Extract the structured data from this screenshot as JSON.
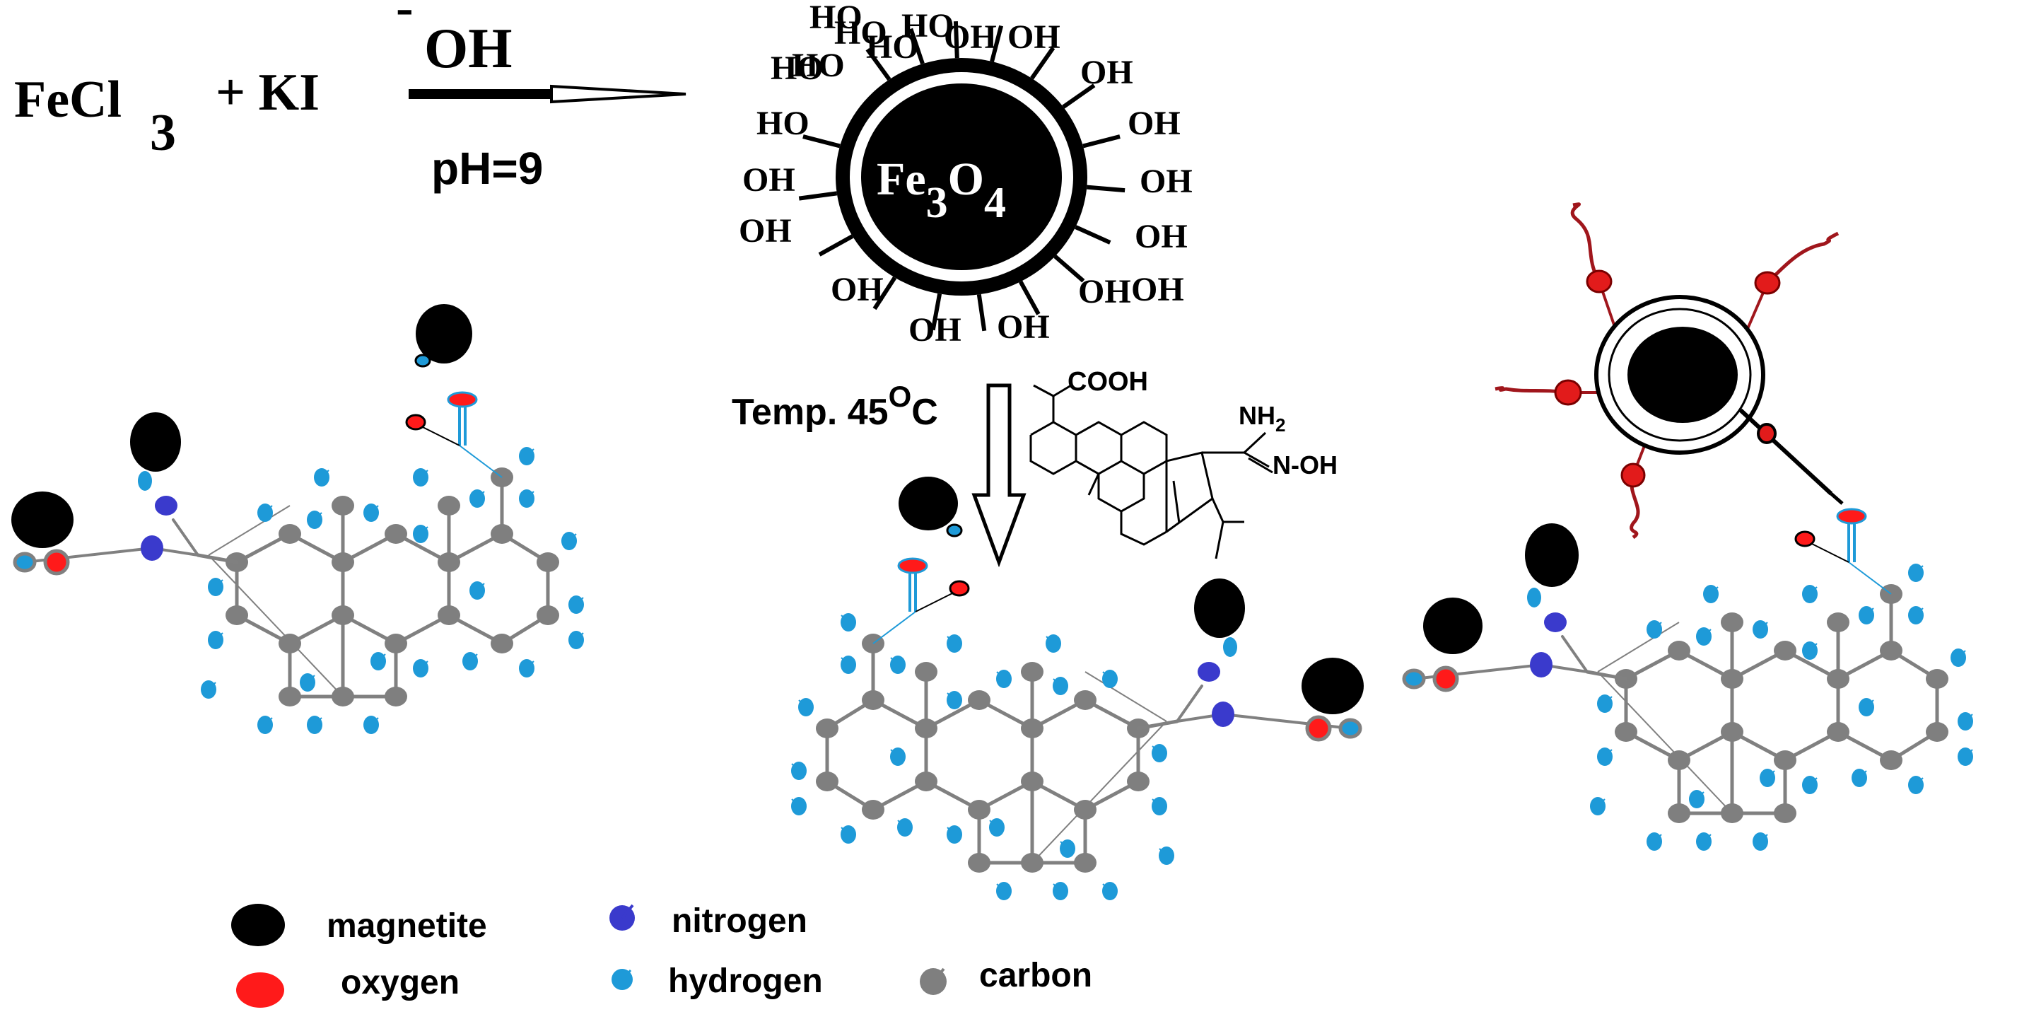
{
  "reaction": {
    "reactant1_base": "FeCl",
    "reactant1_sub": "3",
    "plus_reagent": "+ KI",
    "catalyst_minus": "-",
    "catalyst": "OH",
    "condition": "pH=9"
  },
  "nanoparticle": {
    "core_base1": "Fe",
    "core_sub1": "3",
    "core_base2": "O",
    "core_sub2": "4",
    "hydroxyl_labels": [
      "HO",
      "HO",
      "OH",
      "OH",
      "OH",
      "OH",
      "OH",
      "OH",
      "OH",
      "OH",
      "OH",
      "OH",
      "OH",
      "OH",
      "OH",
      "HO",
      "HO",
      "HO",
      "HO",
      "HO"
    ]
  },
  "step2": {
    "temp_text": "Temp. 45",
    "temp_sup": "O",
    "temp_unit": "C"
  },
  "reagent_structure": {
    "acid_label": "COOH",
    "amine_label": "NH",
    "amine_sub": "2",
    "oxime_label": "N-OH"
  },
  "legend": {
    "items": [
      {
        "label": "magnetite",
        "color": "#000000"
      },
      {
        "label": "oxygen",
        "color": "#ff1a1a"
      },
      {
        "label": "nitrogen",
        "color": "#3a3acc"
      },
      {
        "label": "hydrogen",
        "color": "#1e9ad8"
      },
      {
        "label": "carbon",
        "color": "#7f7f7f"
      }
    ]
  },
  "colors": {
    "magnetite": "#000000",
    "oxygen": "#ff1a1a",
    "nitrogen": "#3a3acc",
    "hydrogen": "#1e9ad8",
    "carbon": "#7f7f7f",
    "polymer_chain": "#a0161c"
  }
}
